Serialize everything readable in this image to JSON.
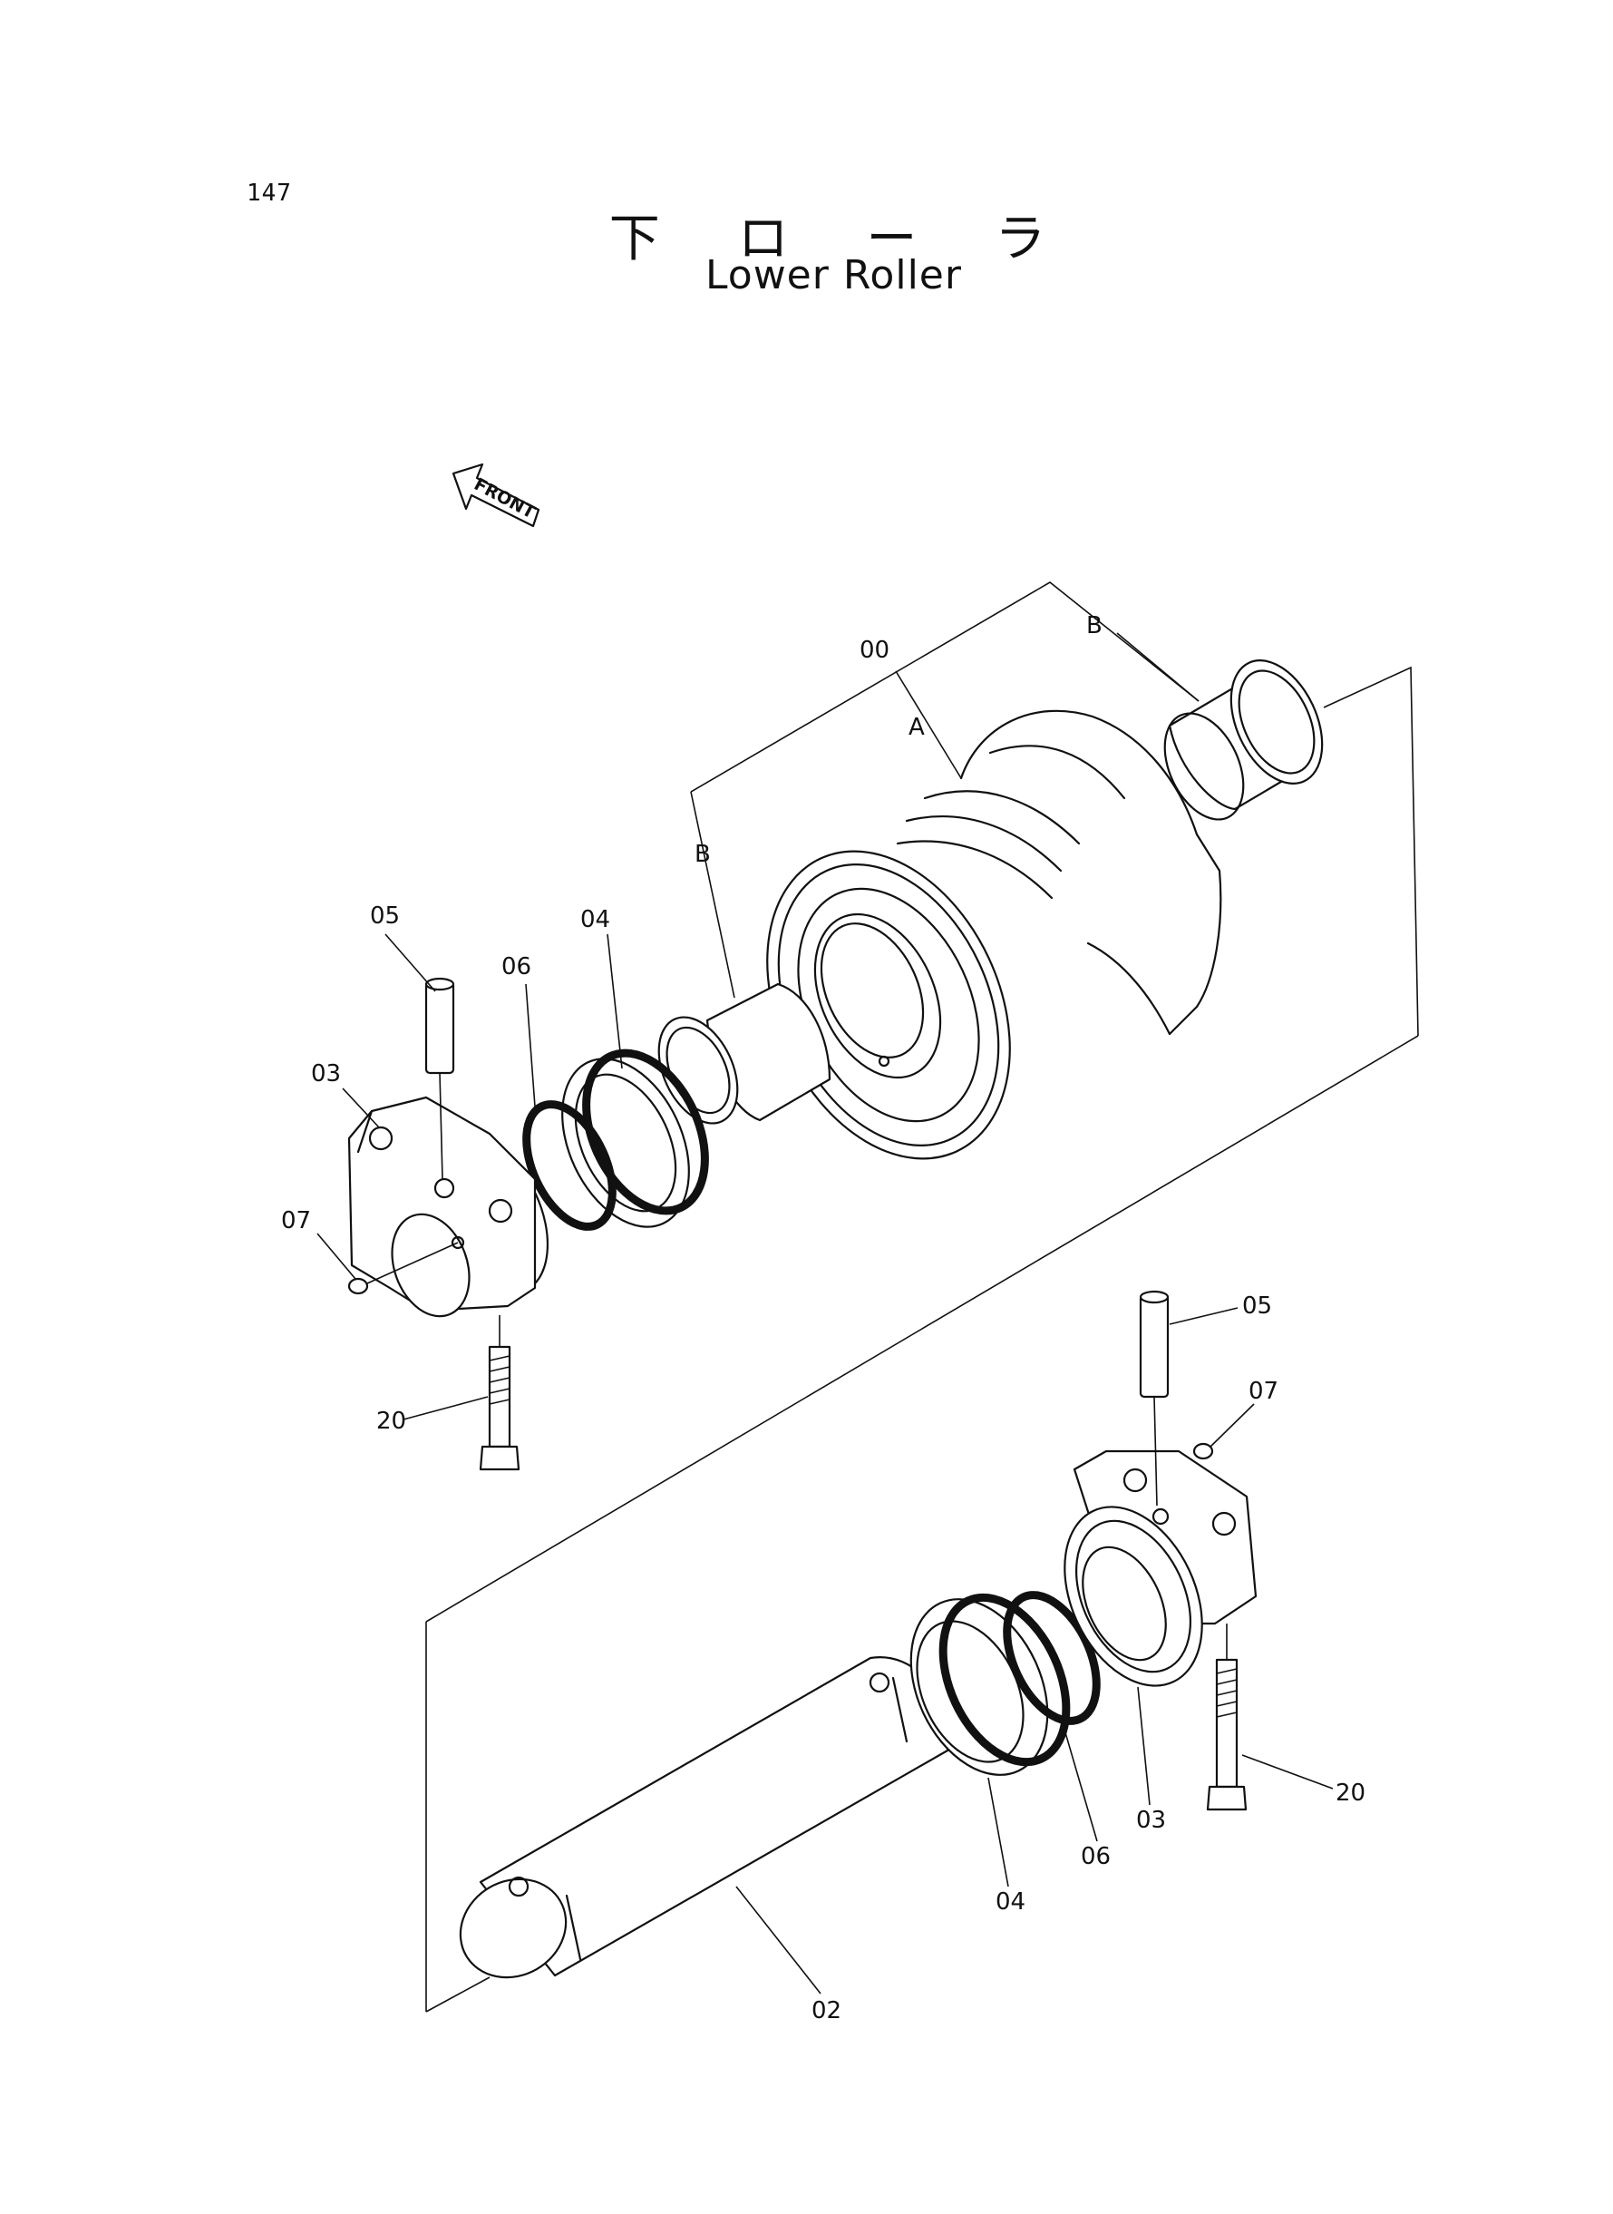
{
  "page_number": "147",
  "title_jp": "下 ロ ー ラ",
  "title_en": "Lower Roller",
  "front_label": "FRONT",
  "callouts": {
    "p00": "00",
    "pA": "A",
    "pB1": "B",
    "pB2": "B",
    "p05a": "05",
    "p04a": "04",
    "p06a": "06",
    "p03a": "03",
    "p07a": "07",
    "p20a": "20",
    "p05b": "05",
    "p07b": "07",
    "p20b": "20",
    "p03b": "03",
    "p06b": "06",
    "p04b": "04",
    "p02": "02"
  }
}
